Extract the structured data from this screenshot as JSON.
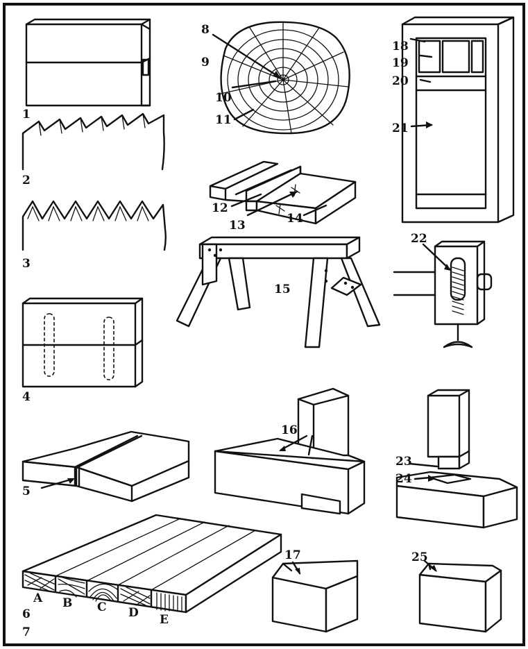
{
  "labels": {
    "l1": "1",
    "l2": "2",
    "l3": "3",
    "l4": "4",
    "l5": "5",
    "l6": "6",
    "l7": "7",
    "l8": "8",
    "l9": "9",
    "l10": "10",
    "l11": "11",
    "l12": "12",
    "l13": "13",
    "l14": "14",
    "l15": "15",
    "l16": "16",
    "l17": "17",
    "l18": "18",
    "l19": "19",
    "l20": "20",
    "l21": "21",
    "l22": "22",
    "l23": "23",
    "l24": "24",
    "l25": "25",
    "la": "A",
    "lb": "B",
    "lc": "C",
    "ld": "D",
    "le": "E"
  }
}
